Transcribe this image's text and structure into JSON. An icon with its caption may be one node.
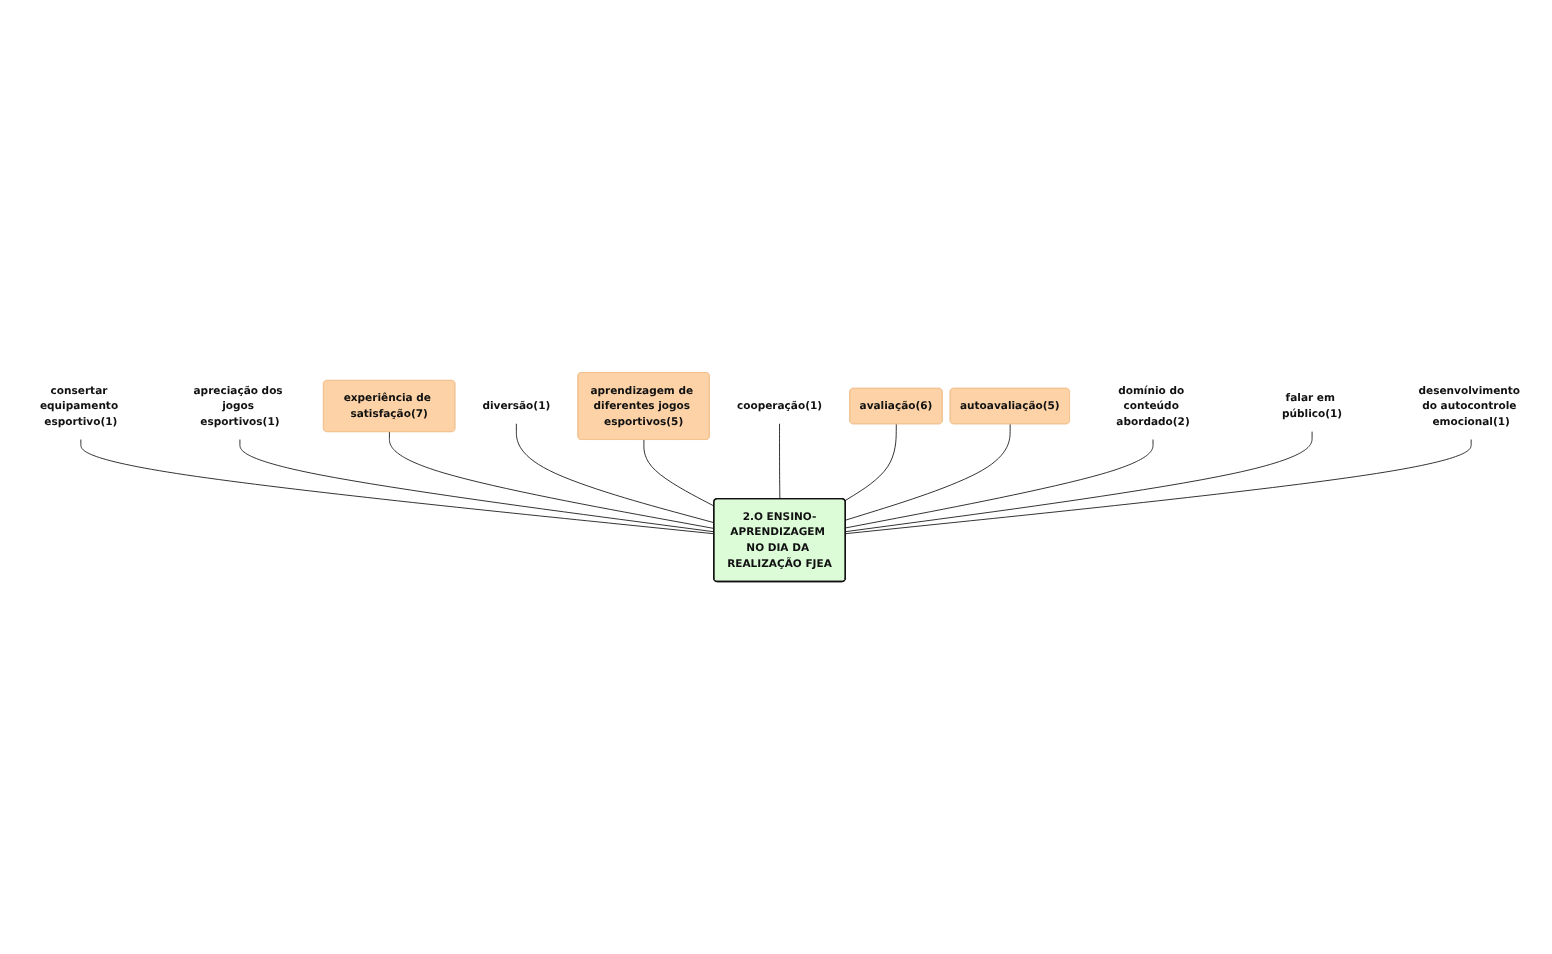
{
  "diagram": {
    "nodes": [
      {
        "text": [
          "aprendizagem de diferentes jogos esportivos(5)"
        ]
      },
      {
        "text": [
          "avaliação(6)"
        ]
      },
      {
        "text": [
          "diversão(1)"
        ]
      },
      {
        "text": [
          "cooperação(1)"
        ]
      },
      {
        "text": [
          "autoavaliação(5)"
        ]
      },
      {
        "text": [
          "experiência de satisfação(7)"
        ]
      },
      {
        "text": [
          "domínio do conteúdo abordado(2)"
        ]
      },
      {
        "text": [
          "apreciação dos jogos esportivos(1)"
        ]
      },
      {
        "text": [
          "falar em público(1)"
        ]
      },
      {
        "text": [
          "consertar equipamento esportivo(1)"
        ]
      },
      {
        "text": [
          "desenvolvimento do autocontrole emocional(1)"
        ]
      },
      {
        "text": [
          "2.O ENSINO-APRENDIZAGEM NO DIA DA REALIZAÇÃO FJEA"
        ]
      }
    ],
    "edges": [
      {
        "from": 11,
        "to": 9,
        "arrow": "none"
      },
      {
        "from": 11,
        "to": 7,
        "arrow": "none"
      },
      {
        "from": 11,
        "to": 5,
        "arrow": "none"
      },
      {
        "from": 11,
        "to": 2,
        "arrow": "none"
      },
      {
        "from": 11,
        "to": 0,
        "arrow": "none"
      },
      {
        "from": 11,
        "to": 3,
        "arrow": "none"
      },
      {
        "from": 11,
        "to": 1,
        "arrow": "none"
      },
      {
        "from": 11,
        "to": 4,
        "arrow": "none"
      },
      {
        "from": 11,
        "to": 6,
        "arrow": "none"
      },
      {
        "from": 11,
        "to": 8,
        "arrow": "none"
      },
      {
        "from": 11,
        "to": 10,
        "arrow": "none"
      }
    ]
  }
}
